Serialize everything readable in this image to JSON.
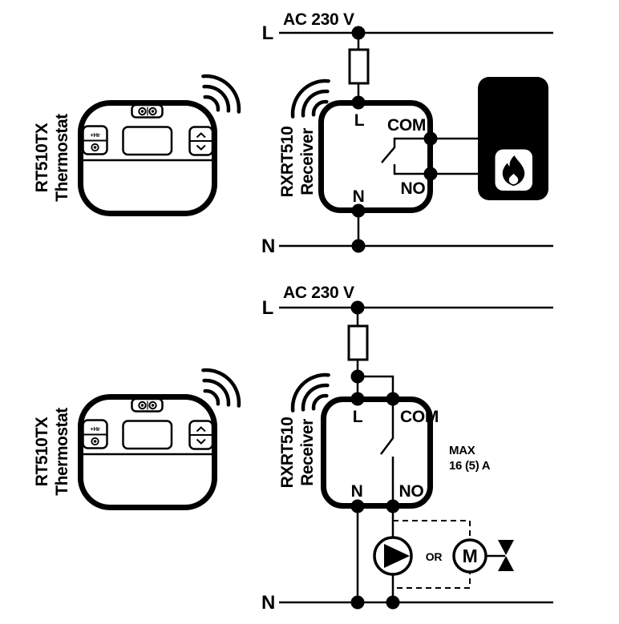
{
  "colors": {
    "ink": "#000000",
    "paper": "#ffffff"
  },
  "top_diagram": {
    "supply_label": "AC 230 V",
    "live_label": "L",
    "neutral_label": "N",
    "thermostat": {
      "model": "RT510TX",
      "device_type": "Thermostat",
      "hour_button_label": "+Hr"
    },
    "receiver": {
      "model": "RXRT510",
      "device_type": "Receiver",
      "terminal_live": "L",
      "terminal_com": "COM",
      "terminal_no": "NO",
      "terminal_neutral": "N"
    },
    "load_icon": "boiler-flame"
  },
  "bottom_diagram": {
    "supply_label": "AC 230 V",
    "live_label": "L",
    "neutral_label": "N",
    "thermostat": {
      "model": "RT510TX",
      "device_type": "Thermostat",
      "hour_button_label": "+Hr"
    },
    "receiver": {
      "model": "RXRT510",
      "device_type": "Receiver",
      "terminal_live": "L",
      "terminal_com": "COM",
      "terminal_no": "NO",
      "terminal_neutral": "N"
    },
    "rating_line1": "MAX",
    "rating_line2": "16 (5) A",
    "or_label": "OR",
    "motor_label": "M",
    "load_icons": [
      "pump",
      "motorized-valve"
    ]
  }
}
